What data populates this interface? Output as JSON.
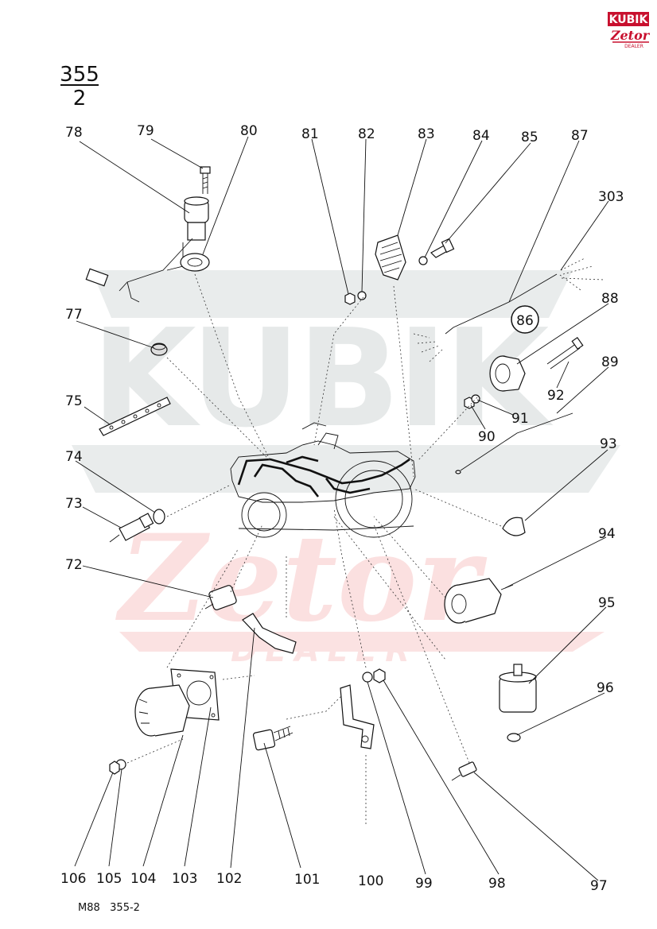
{
  "page_title": {
    "numerator": "355",
    "denominator": "2"
  },
  "logo": {
    "top_text": "KUBIK",
    "script_text": "Zetor",
    "sub_text": "DEALER",
    "color": "#c8102e"
  },
  "watermark": {
    "line1": "KUBIK",
    "line2": "Zetor",
    "line3": "DEALER"
  },
  "circled_ref": "86",
  "footer": {
    "code": "M88   355-2"
  },
  "part_numbers": {
    "p72": "72",
    "p73": "73",
    "p74": "74",
    "p75": "75",
    "p77": "77",
    "p78": "78",
    "p79": "79",
    "p80": "80",
    "p81": "81",
    "p82": "82",
    "p83": "83",
    "p84": "84",
    "p85": "85",
    "p87": "87",
    "p88": "88",
    "p89": "89",
    "p90": "90",
    "p91": "91",
    "p92": "92",
    "p93": "93",
    "p94": "94",
    "p95": "95",
    "p96": "96",
    "p97": "97",
    "p98": "98",
    "p99": "99",
    "p100": "100",
    "p101": "101",
    "p102": "102",
    "p103": "103",
    "p104": "104",
    "p105": "105",
    "p106": "106",
    "p303": "303"
  }
}
